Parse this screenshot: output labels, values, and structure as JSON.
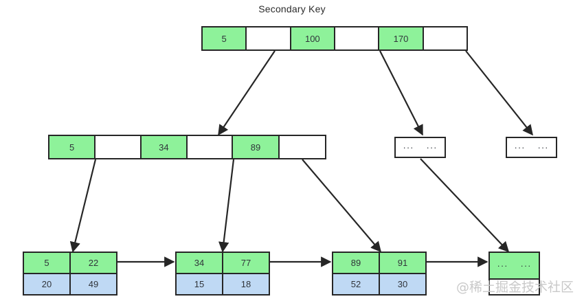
{
  "title": "Secondary Key",
  "colors": {
    "key_green": "#8ef29a",
    "value_blue": "#bfd9f4",
    "border": "#262626",
    "arrow": "#262626",
    "text": "#30343a",
    "watermark": "#c9c9c9",
    "background": "#ffffff"
  },
  "watermark": "@稀土掘金技术社区",
  "ellipsis": "···",
  "root": {
    "label": "root-node",
    "cells": [
      {
        "text": "5",
        "kind": "key"
      },
      {
        "text": "",
        "kind": "ptr"
      },
      {
        "text": "100",
        "kind": "key"
      },
      {
        "text": "",
        "kind": "ptr"
      },
      {
        "text": "170",
        "kind": "key"
      },
      {
        "text": "",
        "kind": "ptr"
      }
    ]
  },
  "internal": {
    "label": "internal-node-left",
    "cells": [
      {
        "text": "5",
        "kind": "key"
      },
      {
        "text": "",
        "kind": "ptr"
      },
      {
        "text": "34",
        "kind": "key"
      },
      {
        "text": "",
        "kind": "ptr"
      },
      {
        "text": "89",
        "kind": "key"
      },
      {
        "text": "",
        "kind": "ptr"
      }
    ]
  },
  "internal_placeholders": [
    {
      "label": "internal-node-middle-ellipsis",
      "text": "···"
    },
    {
      "label": "internal-node-right-ellipsis",
      "text": "···"
    }
  ],
  "leaves": [
    {
      "label": "leaf-node-1",
      "keys": [
        "5",
        "22"
      ],
      "values": [
        "20",
        "49"
      ]
    },
    {
      "label": "leaf-node-2",
      "keys": [
        "34",
        "77"
      ],
      "values": [
        "15",
        "18"
      ]
    },
    {
      "label": "leaf-node-3",
      "keys": [
        "89",
        "91"
      ],
      "values": [
        "52",
        "30"
      ]
    },
    {
      "label": "leaf-node-4-ellipsis",
      "keys": [
        "···",
        "···"
      ],
      "values": [
        "",
        ""
      ]
    }
  ],
  "chart_data": {
    "type": "diagram",
    "structure": "b-plus-tree",
    "title": "Secondary Key",
    "levels": [
      {
        "level": 0,
        "nodes": [
          {
            "keys": [
              "5",
              "100",
              "170"
            ],
            "pointers": 3
          }
        ]
      },
      {
        "level": 1,
        "nodes": [
          {
            "keys": [
              "5",
              "34",
              "89"
            ],
            "pointers": 3
          },
          {
            "keys": [
              "···"
            ]
          },
          {
            "keys": [
              "···"
            ]
          }
        ]
      },
      {
        "level": 2,
        "nodes": [
          {
            "keys": [
              "5",
              "22"
            ],
            "values": [
              "20",
              "49"
            ]
          },
          {
            "keys": [
              "34",
              "77"
            ],
            "values": [
              "15",
              "18"
            ]
          },
          {
            "keys": [
              "89",
              "91"
            ],
            "values": [
              "52",
              "30"
            ]
          },
          {
            "keys": [
              "···",
              "···"
            ],
            "values": [
              "",
              ""
            ]
          }
        ]
      }
    ],
    "edges": [
      {
        "from": "root.ptr0",
        "to": "internal-node-left"
      },
      {
        "from": "root.ptr1",
        "to": "internal-node-middle-ellipsis"
      },
      {
        "from": "root.ptr2",
        "to": "internal-node-right-ellipsis"
      },
      {
        "from": "internal.ptr0",
        "to": "leaf-node-1"
      },
      {
        "from": "internal.ptr1",
        "to": "leaf-node-2"
      },
      {
        "from": "internal.ptr2",
        "to": "leaf-node-3"
      },
      {
        "from": "internal-node-middle-ellipsis",
        "to": "leaf-node-4-ellipsis"
      },
      {
        "from": "leaf-node-1",
        "to": "leaf-node-2"
      },
      {
        "from": "leaf-node-2",
        "to": "leaf-node-3"
      },
      {
        "from": "leaf-node-3",
        "to": "leaf-node-4-ellipsis"
      }
    ]
  }
}
